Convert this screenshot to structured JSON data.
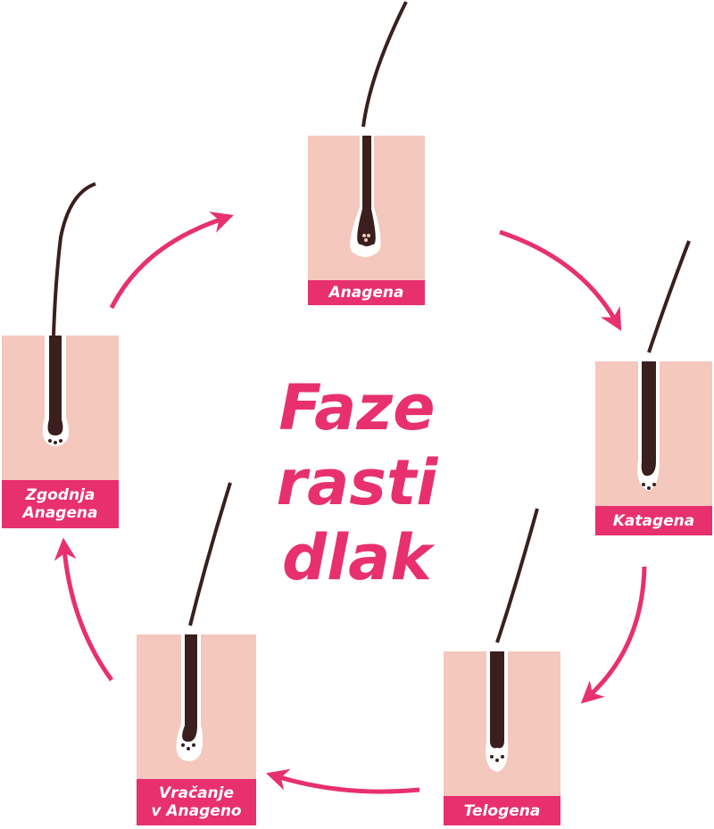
{
  "title": {
    "lines": [
      "Faze",
      "rasti",
      "dlak"
    ]
  },
  "phases": [
    {
      "id": "anagena",
      "lines": [
        "Anagena"
      ]
    },
    {
      "id": "katagena",
      "lines": [
        "Katagena"
      ]
    },
    {
      "id": "telogena",
      "lines": [
        "Telogena"
      ]
    },
    {
      "id": "vracanje",
      "lines": [
        "Vračanje",
        "v Anageno"
      ]
    },
    {
      "id": "zgodnja",
      "lines": [
        "Zgodnja",
        "Anagena"
      ]
    }
  ],
  "colors": {
    "accent": "#e8306f",
    "skin": "#f4c8bd",
    "hair": "#3b1f1f",
    "bulb_halo": "#ffffff"
  }
}
